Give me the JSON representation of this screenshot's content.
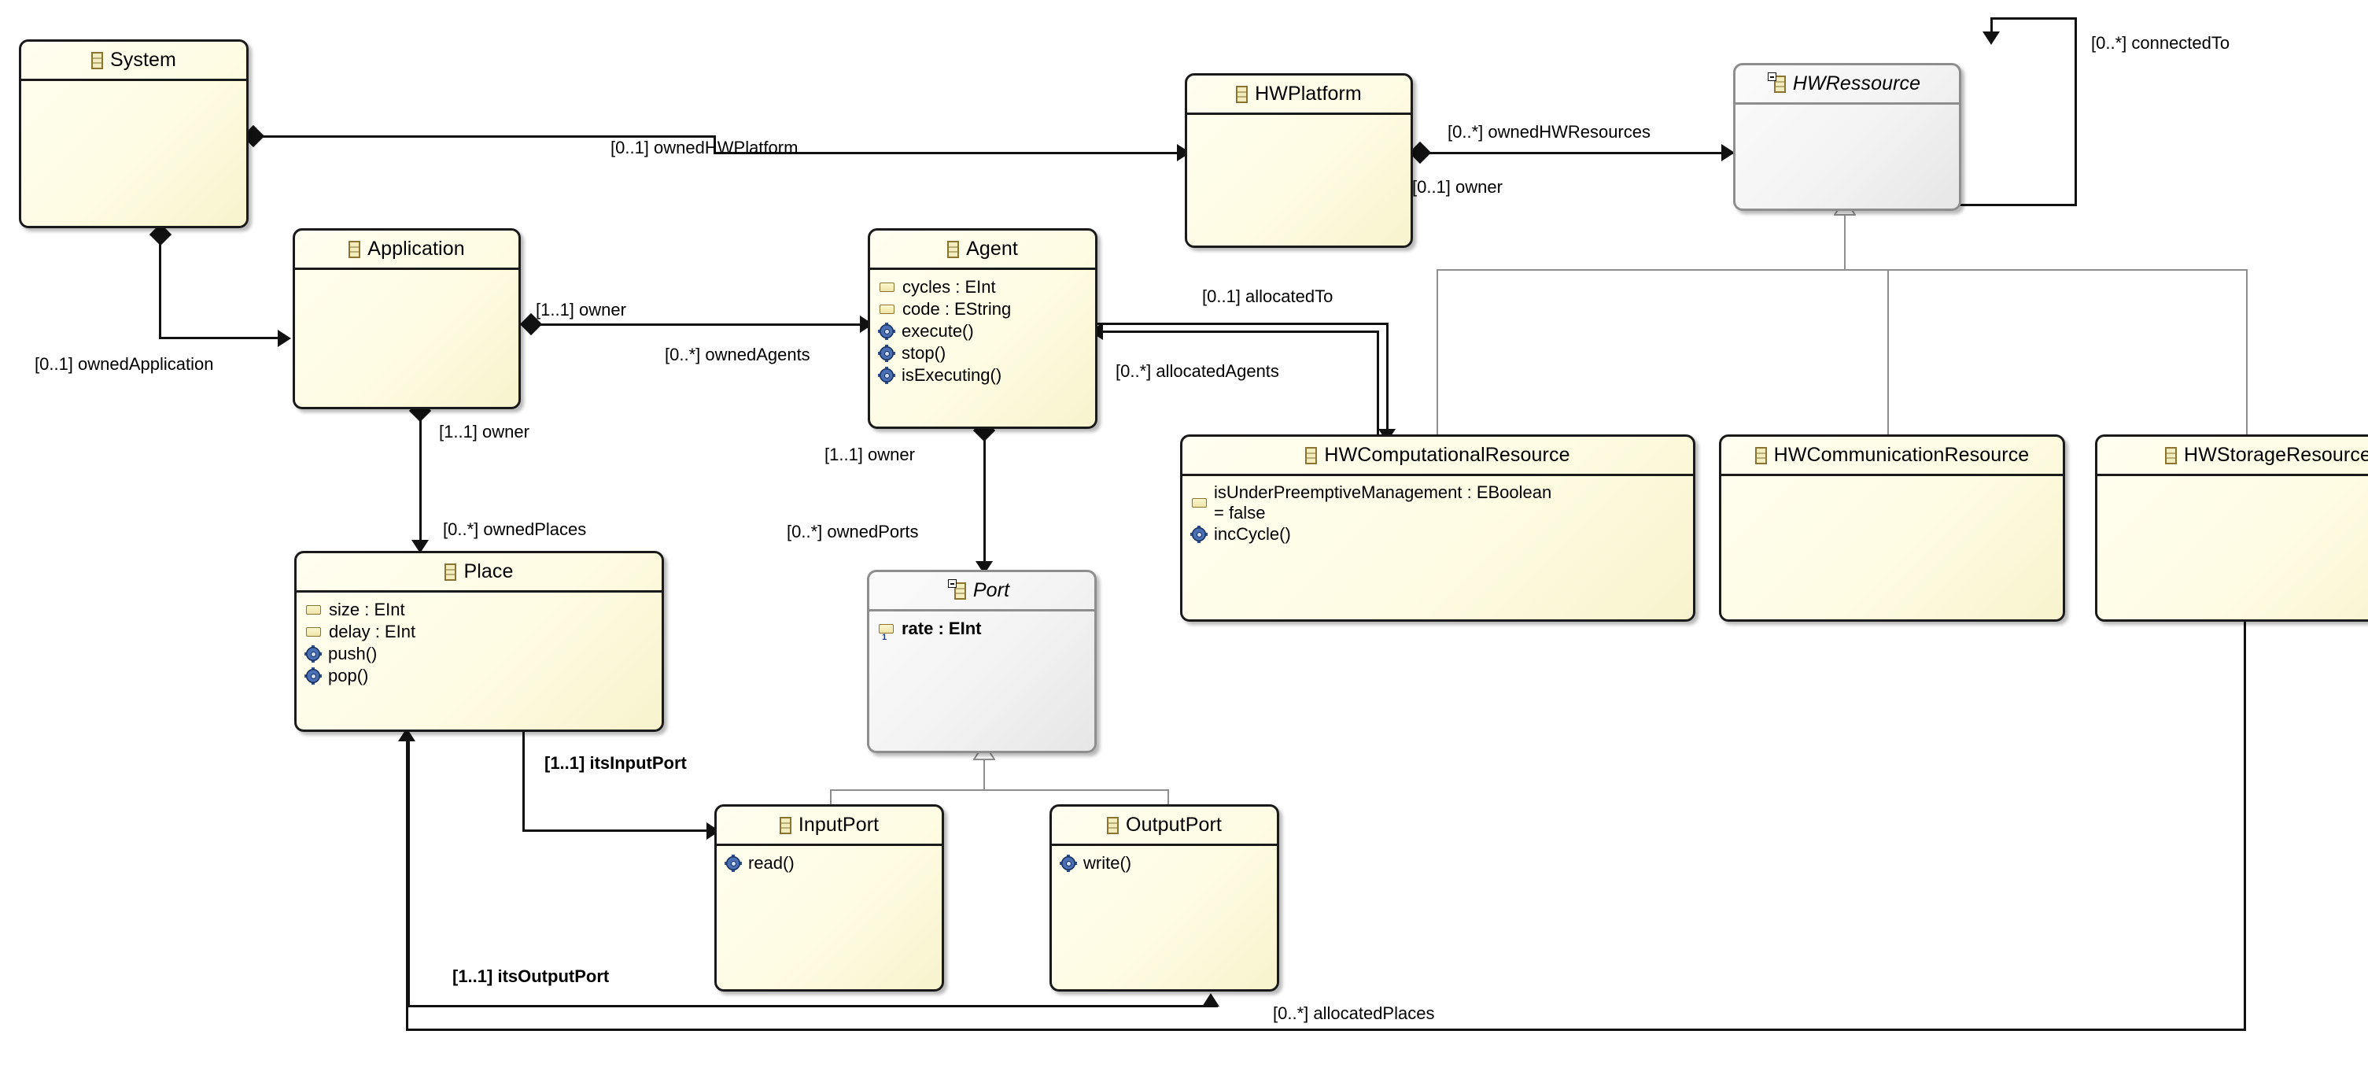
{
  "diagram": {
    "title": "UML class diagram",
    "colors": {
      "class_fill": "#fffeea",
      "class_border": "#1a1a1a",
      "abstract_fill": "#f2f2f2",
      "abstract_border": "#8e8e8e",
      "attribute_icon": "#f3edbe",
      "operation_icon": "#4a6fb5",
      "line": "#111111"
    }
  },
  "classes": [
    {
      "id": "system",
      "name": "System",
      "abstract": false,
      "icon": "ecore-class-icon",
      "attributes": [],
      "operations": []
    },
    {
      "id": "application",
      "name": "Application",
      "abstract": false,
      "icon": "ecore-class-icon",
      "attributes": [],
      "operations": []
    },
    {
      "id": "agent",
      "name": "Agent",
      "abstract": false,
      "icon": "ecore-class-icon",
      "attributes": [
        "cycles : EInt",
        "code : EString"
      ],
      "operations": [
        "execute()",
        "stop()",
        "isExecuting()"
      ]
    },
    {
      "id": "hwplatform",
      "name": "HWPlatform",
      "abstract": false,
      "icon": "ecore-class-icon",
      "attributes": [],
      "operations": []
    },
    {
      "id": "hwressource",
      "name": "HWRessource",
      "abstract": true,
      "icon": "ecore-class-icon",
      "attributes": [],
      "operations": []
    },
    {
      "id": "place",
      "name": "Place",
      "abstract": false,
      "icon": "ecore-class-icon",
      "attributes": [
        "size : EInt",
        "delay : EInt"
      ],
      "operations": [
        "push()",
        "pop()"
      ]
    },
    {
      "id": "port",
      "name": "Port",
      "abstract": true,
      "icon": "ecore-class-icon",
      "attributes": [
        "rate : EInt"
      ],
      "operations": []
    },
    {
      "id": "hwcomputationalresource",
      "name": "HWComputationalResource",
      "abstract": false,
      "icon": "ecore-class-icon",
      "attributes": [
        "isUnderPreemptiveManagement : EBoolean",
        "= false"
      ],
      "operations": [
        "incCycle()"
      ]
    },
    {
      "id": "hwcommunicationresource",
      "name": "HWCommunicationResource",
      "abstract": false,
      "icon": "ecore-class-icon",
      "attributes": [],
      "operations": []
    },
    {
      "id": "hwstorageresource",
      "name": "HWStorageResource",
      "abstract": false,
      "icon": "ecore-class-icon",
      "attributes": [],
      "operations": []
    },
    {
      "id": "inputport",
      "name": "InputPort",
      "abstract": false,
      "icon": "ecore-class-icon",
      "attributes": [],
      "operations": [
        "read()"
      ]
    },
    {
      "id": "outputport",
      "name": "OutputPort",
      "abstract": false,
      "icon": "ecore-class-icon",
      "attributes": [],
      "operations": [
        "write()"
      ]
    }
  ],
  "edge_labels": {
    "owned_hw_platform": "[0..1] ownedHWPlatform",
    "owned_hw_resources": "[0..*] ownedHWResources",
    "owner_hw_platform": "[0..1] owner",
    "connected_to": "[0..*] connectedTo",
    "owned_application": "[0..1] ownedApplication",
    "owner_application_agent": "[1..1] owner",
    "owned_agents": "[0..*] ownedAgents",
    "allocated_to": "[0..1] allocatedTo",
    "allocated_agents": "[0..*] allocatedAgents",
    "owner_application_place": "[1..1] owner",
    "owned_places": "[0..*] ownedPlaces",
    "owner_agent_port": "[1..1] owner",
    "owned_ports": "[0..*] ownedPorts",
    "its_input_port": "[1..1] itsInputPort",
    "its_output_port": "[1..1] itsOutputPort",
    "allocated_places": "[0..*] allocatedPlaces"
  }
}
